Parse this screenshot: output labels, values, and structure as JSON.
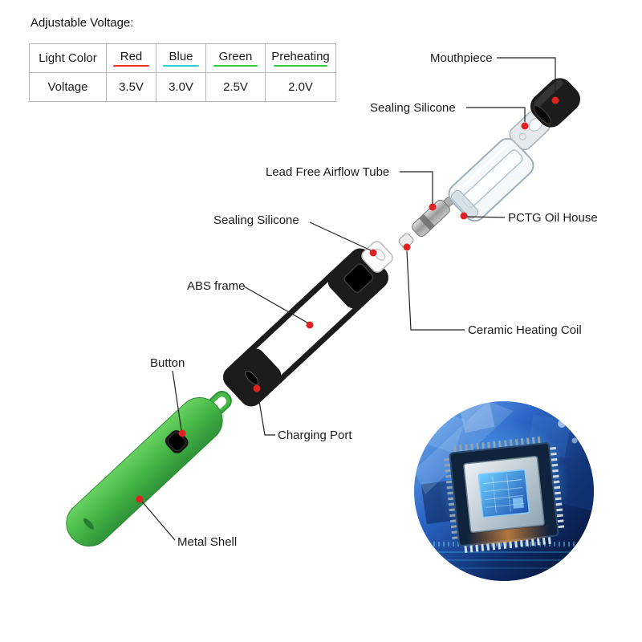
{
  "header": {
    "title": "Adjustable Voltage:"
  },
  "voltage_table": {
    "row1_header": "Light Color",
    "row2_header": "Voltage",
    "columns": [
      {
        "light_color": "Red",
        "voltage": "3.5V",
        "underline": "#f12a2a"
      },
      {
        "light_color": "Blue",
        "voltage": "3.0V",
        "underline": "#2ccdd5"
      },
      {
        "light_color": "Green",
        "voltage": "2.5V",
        "underline": "#2ecc40"
      },
      {
        "light_color": "Preheating",
        "voltage": "2.0V",
        "underline": "#2ecc40"
      }
    ]
  },
  "part_labels": {
    "mouthpiece": "Mouthpiece",
    "sealing_silicone_top": "Sealing Silicone",
    "lead_free_airflow_tube": "Lead Free Airflow Tube",
    "pctg_oil_house": "PCTG Oil House",
    "sealing_silicone_mid": "Sealing Silicone",
    "abs_frame": "ABS frame",
    "ceramic_heating_coil": "Ceramic Heating Coil",
    "button": "Button",
    "charging_port": "Charging Port",
    "metal_shell": "Metal Shell"
  },
  "colors": {
    "marker_red": "#e02222",
    "shell_green": "#47b847",
    "table_header_gray": "#b5b5b5",
    "table_header_black": "#0d0d0d"
  }
}
